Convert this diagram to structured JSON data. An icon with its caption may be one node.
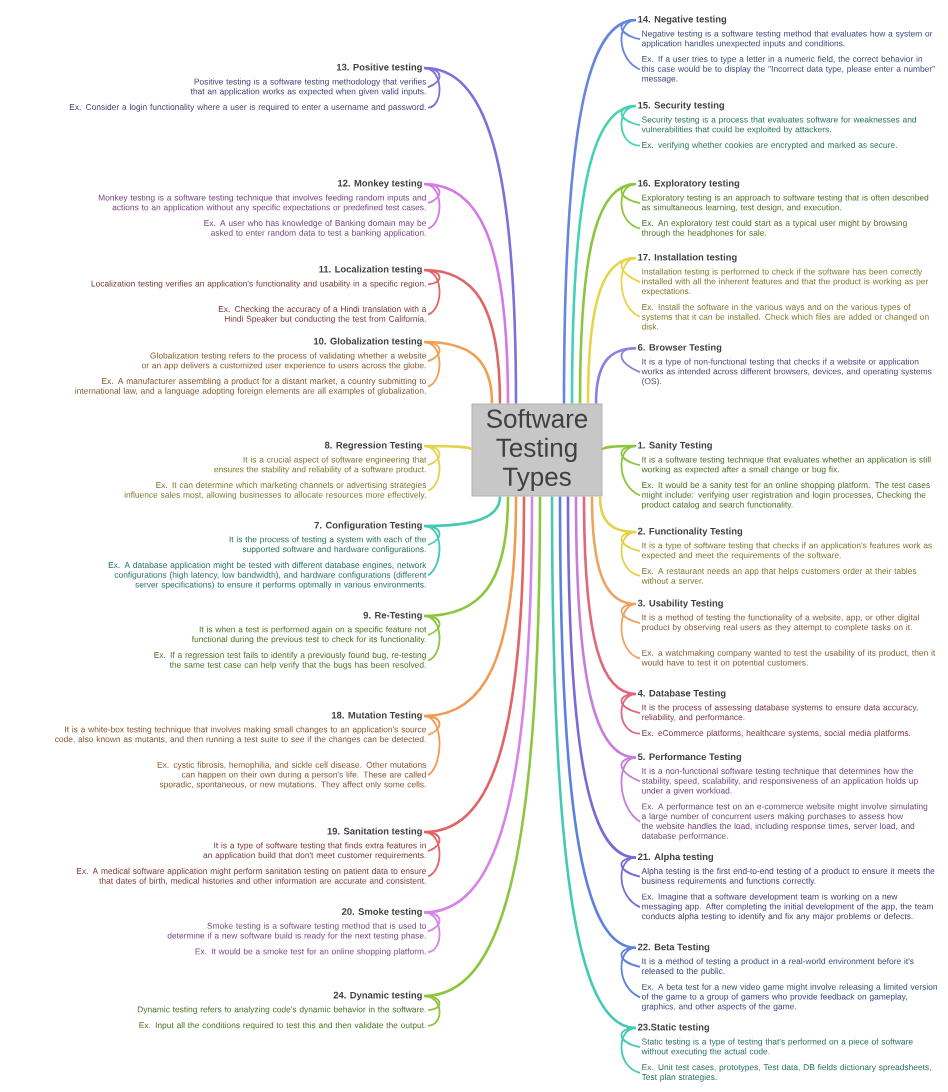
{
  "diagram": {
    "nodes": [
      {
        "text": [
          "Software Testing Types"
        ]
      },
      {
        "text": [
          "1. Sanity Testing"
        ]
      },
      {
        "text": [
          "It is a software testing technique that evaluates whether an application is still working as expected after a small change or bug fix."
        ]
      },
      {
        "text": [
          "Ex. It would be a sanity test for an online shopping platform. The test cases might include: verifying user registration and login processes, Checking the product catalog and search functionality."
        ]
      },
      {
        "text": [
          "2. Functionality Testing"
        ]
      },
      {
        "text": [
          "It is a type of software testing that checks if an application's features work as expected and meet the requirements of the software."
        ]
      },
      {
        "text": [
          "Ex. A restaurant needs an app that helps customers order at their tables without a server."
        ]
      },
      {
        "text": [
          "3. Usability Testing"
        ]
      },
      {
        "text": [
          "It is a method of testing the functionality of a website, app, or other digital product by observing real users as they attempt to complete tasks on it."
        ]
      },
      {
        "text": [
          "Ex. a watchmaking company wanted to test the usability of its product, then it would have to test it on potential customers."
        ]
      },
      {
        "text": [
          "4. Database Testing"
        ]
      },
      {
        "text": [
          "It is the process of assessing database systems to ensure data accuracy, reliability, and performance."
        ]
      },
      {
        "text": [
          "Ex. eCommerce platforms, healthcare systems, social media platforms."
        ]
      },
      {
        "text": [
          "5. Performance Testing"
        ]
      },
      {
        "text": [
          "It is a non-functional software testing technique that determines how the stability, speed, scalability, and responsiveness of an application holds up under a given workload."
        ]
      },
      {
        "text": [
          "Ex. A performance test on an e-commerce website might involve simulating a large number of concurrent users making purchases to assess how the website handles the load, including response times, server load, and database performance."
        ]
      },
      {
        "text": [
          "6. Browser Testing"
        ]
      },
      {
        "text": [
          "It is a type of non-functional testing that checks if a website or application works as intended across different browsers, devices, and operating systems (OS)."
        ]
      },
      {
        "text": [
          "7. Configuration Testing"
        ]
      },
      {
        "text": [
          "It is the process of testing a system with each of the supported software and hardware configurations."
        ]
      },
      {
        "text": [
          "Ex. A database application might be tested with different database engines, network configurations (high latency, low bandwidth), and hardware configurations (different server specifications) to ensure it performs optimally in various environments."
        ]
      },
      {
        "text": [
          "8. Regression Testing"
        ]
      },
      {
        "text": [
          "It is a crucial aspect of software engineering that ensures the stability and reliability of a software product."
        ]
      },
      {
        "text": [
          "Ex. It can determine which marketing channels or advertising strategies influence sales most, allowing businesses to allocate resources more effectively."
        ]
      },
      {
        "text": [
          "9. Re-Testing"
        ]
      },
      {
        "text": [
          "It is when a test is performed again on a specific feature not functional during the previous test to check for its functionality."
        ]
      },
      {
        "text": [
          "Ex. If a regression test fails to identify a previously found bug, re-testing the same test case can help verify that the bugs has been resolved."
        ]
      },
      {
        "text": [
          "10. Globalization testing"
        ]
      },
      {
        "text": [
          "Globalization testing refers to the process of validating whether a website or an app delivers a customized user experience to users across the globe."
        ]
      },
      {
        "text": [
          "Ex. A manufacturer assembling a product for a distant market, a country submitting to international law, and a language adopting foreign elements are all examples of globalization."
        ]
      },
      {
        "text": [
          "11. Localization testing"
        ]
      },
      {
        "text": [
          "Localization testing verifies an application's functionality and usability in a specific region."
        ]
      },
      {
        "text": [
          "Ex. Checking the accuracy of a Hindi translation with a Hindi Speaker but conducting the test from California."
        ]
      },
      {
        "text": [
          "12. Monkey testing"
        ]
      },
      {
        "text": [
          "Monkey testing is a software testing technique that involves feeding random inputs and actions to an application without any specific expectations or predefined test cases."
        ]
      },
      {
        "text": [
          "Ex. A user who has knowledge of Banking domain may be asked to enter random data to test a banking application."
        ]
      },
      {
        "text": [
          "13. Positive testing"
        ]
      },
      {
        "text": [
          "Positive testing is a software testing methodology that verifies that an application works as expected when given valid inputs."
        ]
      },
      {
        "text": [
          "Ex. Consider a login functionality where a user is required to enter a username and password."
        ]
      },
      {
        "text": [
          "14. Negative testing"
        ]
      },
      {
        "text": [
          "Negative testing is a software testing method that evaluates how a system or application handles unexpected inputs and conditions."
        ]
      },
      {
        "text": [
          "Ex. If a user tries to type a letter in a numeric field, the correct behavior in this case would be to display the \"Incorrect data type, please enter a number\" message."
        ]
      },
      {
        "text": [
          "15. Security testing"
        ]
      },
      {
        "text": [
          "Security testing is a process that evaluates software for weaknesses and vulnerabilities that could be exploited by attackers."
        ]
      },
      {
        "text": [
          "Ex. verifying whether cookies are encrypted and marked as secure."
        ]
      },
      {
        "text": [
          "16. Exploratory testing"
        ]
      },
      {
        "text": [
          "Exploratory testing is an approach to software testing that is often described as simultaneous learning, test design, and execution."
        ]
      },
      {
        "text": [
          "Ex. An exploratory test could start as a typical user might by browsing through the headphones for sale."
        ]
      },
      {
        "text": [
          "17. Installation testing"
        ]
      },
      {
        "text": [
          "Installation testing is performed to check if the software has been correctly installed with all the inherent features and that the product is working as per expectations."
        ]
      },
      {
        "text": [
          "Ex. Install the software in the various ways and on the various types of systems that it can be installed. Check which files are added or changed on disk."
        ]
      },
      {
        "text": [
          "18. Mutation Testing"
        ]
      },
      {
        "text": [
          "It is a white-box testing technique that involves making small changes to an application's source code, also known as mutants, and then running a test suite to see if the changes can be detected."
        ]
      },
      {
        "text": [
          "Ex. cystic fibrosis, hemophilia, and sickle cell disease. Other mutations can happen on their own during a person's life. These are called sporadic, spontaneous, or new mutations. They affect only some cells."
        ]
      },
      {
        "text": [
          "19. Sanitation testing"
        ]
      },
      {
        "text": [
          "It is a type of software testing that finds extra features in an application build that don't meet customer requirements."
        ]
      },
      {
        "text": [
          "Ex. A medical software application might perform sanitation testing on patient data to ensure that dates of birth, medical histories and other information are accurate and consistent."
        ]
      },
      {
        "text": [
          "20. Smoke testing"
        ]
      },
      {
        "text": [
          "Smoke testing is a software testing method that is used to determine if a new software build is ready for the next testing phase."
        ]
      },
      {
        "text": [
          "Ex. It would be a smoke test for an online shopping platform."
        ]
      },
      {
        "text": [
          "21. Alpha testing"
        ]
      },
      {
        "text": [
          "Alpha testing is the first end-to-end testing of a product to ensure it meets the business requirements and functions correctly."
        ]
      },
      {
        "text": [
          "Ex. Imagine that a software development team is working on a new messaging app. After completing the initial development of the app, the team conducts alpha testing to identify and fix any major problems or defects."
        ]
      },
      {
        "text": [
          "22. Beta Testing"
        ]
      },
      {
        "text": [
          "It is a method of testing a product in a real-world environment before it's released to the public."
        ]
      },
      {
        "text": [
          "Ex. A beta test for a new video game might involve releasing a limited version of the game to a group of gamers who provide feedback on gameplay, graphics, and other aspects of the game."
        ]
      },
      {
        "text": [
          "23.Static testing"
        ]
      },
      {
        "text": [
          "Static testing is a type of testing that's performed on a piece of software without executing the actual code."
        ]
      },
      {
        "text": [
          "Ex. Unit test cases, prototypes, Test data, DB fields dictionary spreadsheets, Test plan strategies."
        ]
      },
      {
        "text": [
          "24. Dynamic testing"
        ]
      },
      {
        "text": [
          "Dynamic testing refers to analyzing code's dynamic behavior in the software."
        ]
      },
      {
        "text": [
          "Ex. Input all the conditions required to test this and then validate the output."
        ]
      }
    ],
    "edges": [
      {
        "from": 0,
        "to": 1,
        "arrow": "none",
        "color": "#8cc63f"
      },
      {
        "from": 1,
        "to": 2,
        "arrow": "none",
        "color": "#8cc63f"
      },
      {
        "from": 1,
        "to": 3,
        "arrow": "none",
        "color": "#8cc63f"
      },
      {
        "from": 0,
        "to": 4,
        "arrow": "none",
        "color": "#e2d24a"
      },
      {
        "from": 4,
        "to": 5,
        "arrow": "none",
        "color": "#e2d24a"
      },
      {
        "from": 4,
        "to": 6,
        "arrow": "none",
        "color": "#e2d24a"
      },
      {
        "from": 0,
        "to": 7,
        "arrow": "none",
        "color": "#f0a35e"
      },
      {
        "from": 7,
        "to": 8,
        "arrow": "none",
        "color": "#f0a35e"
      },
      {
        "from": 7,
        "to": 9,
        "arrow": "none",
        "color": "#f0a35e"
      },
      {
        "from": 0,
        "to": 10,
        "arrow": "none",
        "color": "#e2677a"
      },
      {
        "from": 10,
        "to": 11,
        "arrow": "none",
        "color": "#e2677a"
      },
      {
        "from": 10,
        "to": 12,
        "arrow": "none",
        "color": "#e2677a"
      },
      {
        "from": 0,
        "to": 13,
        "arrow": "none",
        "color": "#c77ddb"
      },
      {
        "from": 13,
        "to": 14,
        "arrow": "none",
        "color": "#c77ddb"
      },
      {
        "from": 13,
        "to": 15,
        "arrow": "none",
        "color": "#c77ddb"
      },
      {
        "from": 0,
        "to": 16,
        "arrow": "none",
        "color": "#8f7ee0"
      },
      {
        "from": 16,
        "to": 17,
        "arrow": "none",
        "color": "#8f7ee0"
      },
      {
        "from": 0,
        "to": 18,
        "arrow": "none",
        "color": "#45c9b5"
      },
      {
        "from": 18,
        "to": 19,
        "arrow": "none",
        "color": "#45c9b5"
      },
      {
        "from": 18,
        "to": 20,
        "arrow": "none",
        "color": "#45c9b5"
      },
      {
        "from": 0,
        "to": 21,
        "arrow": "none",
        "color": "#e3d24c"
      },
      {
        "from": 21,
        "to": 22,
        "arrow": "none",
        "color": "#e3d24c"
      },
      {
        "from": 21,
        "to": 23,
        "arrow": "none",
        "color": "#e3d24c"
      },
      {
        "from": 0,
        "to": 24,
        "arrow": "none",
        "color": "#8cc63f"
      },
      {
        "from": 24,
        "to": 25,
        "arrow": "none",
        "color": "#8cc63f"
      },
      {
        "from": 24,
        "to": 26,
        "arrow": "none",
        "color": "#8cc63f"
      },
      {
        "from": 0,
        "to": 27,
        "arrow": "none",
        "color": "#f0a04f"
      },
      {
        "from": 27,
        "to": 28,
        "arrow": "none",
        "color": "#f0a04f"
      },
      {
        "from": 27,
        "to": 29,
        "arrow": "none",
        "color": "#f0a04f"
      },
      {
        "from": 0,
        "to": 30,
        "arrow": "none",
        "color": "#e06666"
      },
      {
        "from": 30,
        "to": 31,
        "arrow": "none",
        "color": "#e06666"
      },
      {
        "from": 30,
        "to": 32,
        "arrow": "none",
        "color": "#e06666"
      },
      {
        "from": 0,
        "to": 33,
        "arrow": "none",
        "color": "#d47ae6"
      },
      {
        "from": 33,
        "to": 34,
        "arrow": "none",
        "color": "#d47ae6"
      },
      {
        "from": 33,
        "to": 35,
        "arrow": "none",
        "color": "#d47ae6"
      },
      {
        "from": 0,
        "to": 36,
        "arrow": "none",
        "color": "#7a72da"
      },
      {
        "from": 36,
        "to": 37,
        "arrow": "none",
        "color": "#7a72da"
      },
      {
        "from": 36,
        "to": 38,
        "arrow": "none",
        "color": "#7a72da"
      },
      {
        "from": 0,
        "to": 39,
        "arrow": "none",
        "color": "#6685e0"
      },
      {
        "from": 39,
        "to": 40,
        "arrow": "none",
        "color": "#6685e0"
      },
      {
        "from": 39,
        "to": 41,
        "arrow": "none",
        "color": "#6685e0"
      },
      {
        "from": 0,
        "to": 42,
        "arrow": "none",
        "color": "#45d1b3"
      },
      {
        "from": 42,
        "to": 43,
        "arrow": "none",
        "color": "#45d1b3"
      },
      {
        "from": 42,
        "to": 44,
        "arrow": "none",
        "color": "#45d1b3"
      },
      {
        "from": 0,
        "to": 45,
        "arrow": "none",
        "color": "#8cc63f"
      },
      {
        "from": 45,
        "to": 46,
        "arrow": "none",
        "color": "#8cc63f"
      },
      {
        "from": 45,
        "to": 47,
        "arrow": "none",
        "color": "#8cc63f"
      },
      {
        "from": 0,
        "to": 48,
        "arrow": "none",
        "color": "#e8d547"
      },
      {
        "from": 48,
        "to": 49,
        "arrow": "none",
        "color": "#e8d547"
      },
      {
        "from": 48,
        "to": 50,
        "arrow": "none",
        "color": "#e8d547"
      },
      {
        "from": 0,
        "to": 51,
        "arrow": "none",
        "color": "#f09a52"
      },
      {
        "from": 51,
        "to": 52,
        "arrow": "none",
        "color": "#f09a52"
      },
      {
        "from": 51,
        "to": 53,
        "arrow": "none",
        "color": "#f09a52"
      },
      {
        "from": 0,
        "to": 54,
        "arrow": "none",
        "color": "#e36464"
      },
      {
        "from": 54,
        "to": 55,
        "arrow": "none",
        "color": "#e36464"
      },
      {
        "from": 54,
        "to": 56,
        "arrow": "none",
        "color": "#e36464"
      },
      {
        "from": 0,
        "to": 57,
        "arrow": "none",
        "color": "#d685e6"
      },
      {
        "from": 57,
        "to": 58,
        "arrow": "none",
        "color": "#d685e6"
      },
      {
        "from": 57,
        "to": 59,
        "arrow": "none",
        "color": "#d685e6"
      },
      {
        "from": 0,
        "to": 60,
        "arrow": "none",
        "color": "#7a6ad8"
      },
      {
        "from": 60,
        "to": 61,
        "arrow": "none",
        "color": "#7a6ad8"
      },
      {
        "from": 60,
        "to": 62,
        "arrow": "none",
        "color": "#7a6ad8"
      },
      {
        "from": 0,
        "to": 63,
        "arrow": "none",
        "color": "#5b80e0"
      },
      {
        "from": 63,
        "to": 64,
        "arrow": "none",
        "color": "#5b80e0"
      },
      {
        "from": 63,
        "to": 65,
        "arrow": "none",
        "color": "#5b80e0"
      },
      {
        "from": 0,
        "to": 66,
        "arrow": "none",
        "color": "#45c9b5"
      },
      {
        "from": 66,
        "to": 67,
        "arrow": "none",
        "color": "#45c9b5"
      },
      {
        "from": 66,
        "to": 68,
        "arrow": "none",
        "color": "#45c9b5"
      },
      {
        "from": 0,
        "to": 69,
        "arrow": "none",
        "color": "#8cc63f"
      },
      {
        "from": 69,
        "to": 70,
        "arrow": "none",
        "color": "#8cc63f"
      },
      {
        "from": 69,
        "to": 71,
        "arrow": "none",
        "color": "#8cc63f"
      }
    ]
  }
}
